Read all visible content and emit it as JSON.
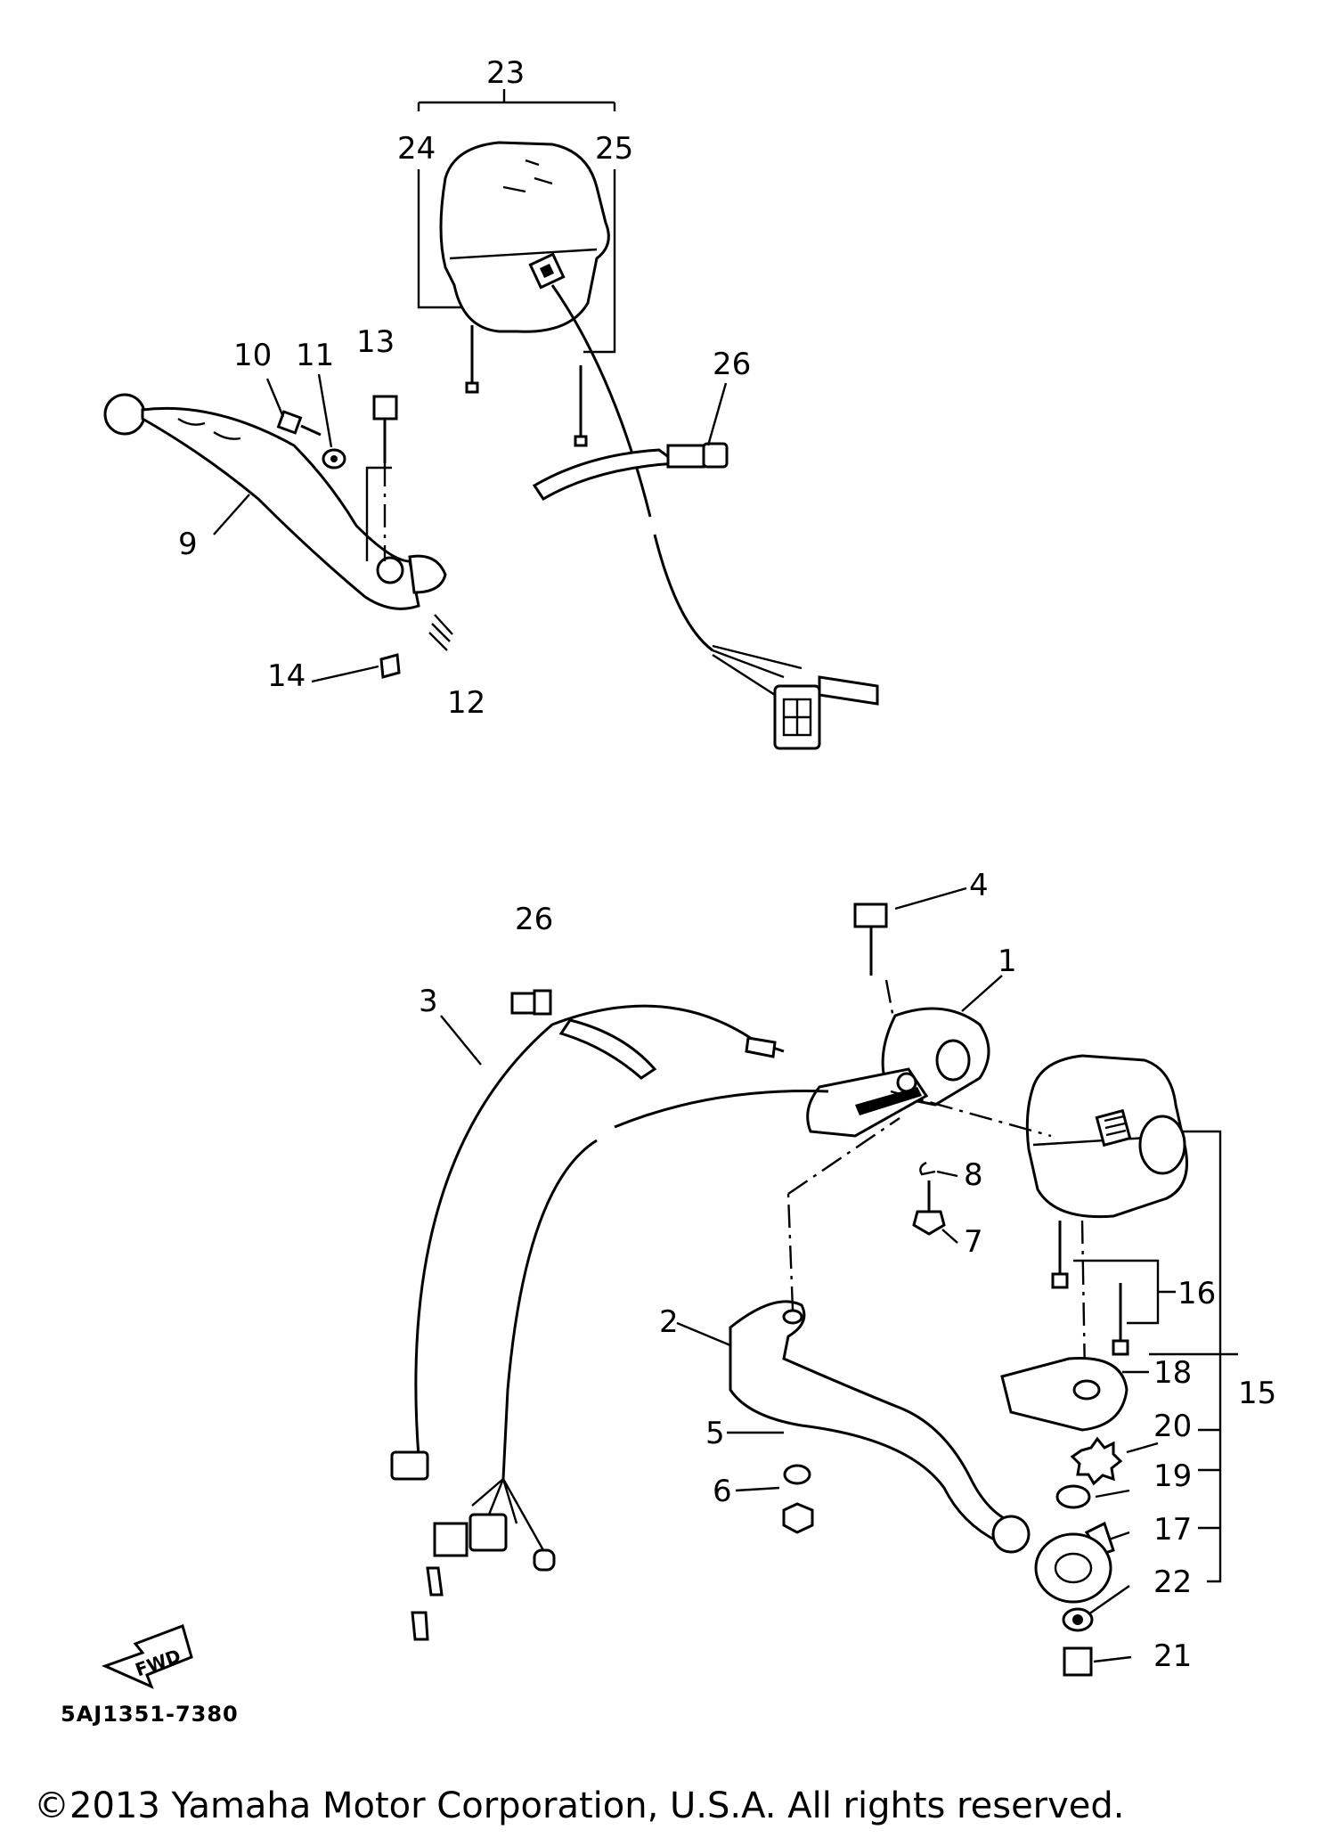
{
  "diagram": {
    "callouts": [
      {
        "id": "23",
        "text": "23"
      },
      {
        "id": "24",
        "text": "24"
      },
      {
        "id": "25",
        "text": "25"
      },
      {
        "id": "26a",
        "text": "26"
      },
      {
        "id": "10",
        "text": "10"
      },
      {
        "id": "11",
        "text": "11"
      },
      {
        "id": "13",
        "text": "13"
      },
      {
        "id": "9",
        "text": "9"
      },
      {
        "id": "14",
        "text": "14"
      },
      {
        "id": "12",
        "text": "12"
      },
      {
        "id": "4",
        "text": "4"
      },
      {
        "id": "26b",
        "text": "26"
      },
      {
        "id": "1",
        "text": "1"
      },
      {
        "id": "3",
        "text": "3"
      },
      {
        "id": "8",
        "text": "8"
      },
      {
        "id": "7",
        "text": "7"
      },
      {
        "id": "16",
        "text": "16"
      },
      {
        "id": "2",
        "text": "2"
      },
      {
        "id": "18",
        "text": "18"
      },
      {
        "id": "15",
        "text": "15"
      },
      {
        "id": "20",
        "text": "20"
      },
      {
        "id": "5",
        "text": "5"
      },
      {
        "id": "19",
        "text": "19"
      },
      {
        "id": "6",
        "text": "6"
      },
      {
        "id": "17",
        "text": "17"
      },
      {
        "id": "22",
        "text": "22"
      },
      {
        "id": "21",
        "text": "21"
      }
    ],
    "fwd_label": "FWD",
    "drawing_code": "5AJ1351-7380",
    "copyright": "©2013 Yamaha Motor Corporation, U.S.A. All rights reserved."
  }
}
